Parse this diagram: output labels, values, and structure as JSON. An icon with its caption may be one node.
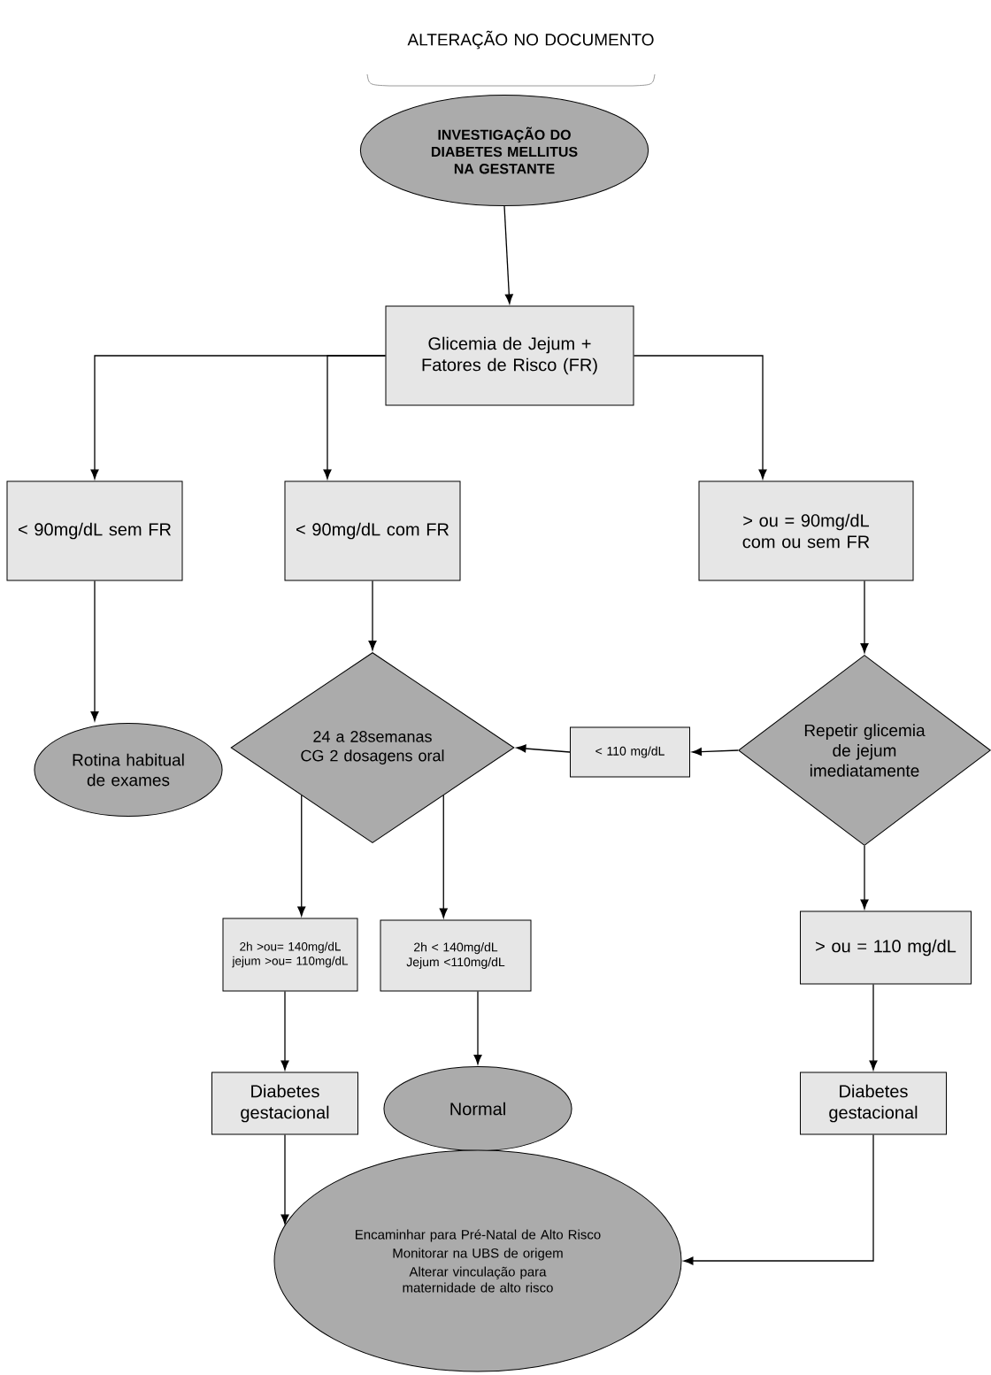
{
  "diagram": {
    "title": "ALTERAÇÃO NO DOCUMENTO",
    "nodes": [
      {
        "text": [
          "INVESTIGAÇÃO DO DIABETES MELLITUS NA GESTANTE"
        ]
      },
      {
        "text": [
          "Glicemia de Jejum + Fatores de Risco (FR)"
        ]
      },
      {
        "text": [
          "< 90mg/dL sem FR"
        ]
      },
      {
        "text": [
          "< 90mg/dL com FR"
        ]
      },
      {
        "text": [
          "> ou = 90mg/dL com ou sem FR"
        ]
      },
      {
        "text": [
          "Rotina habitual de exames"
        ]
      },
      {
        "text": [
          "24 a 28semanas CG 2 dosagens oral"
        ]
      },
      {
        "text": [
          "< 110 mg/dL"
        ]
      },
      {
        "text": [
          "Repetir glicemia de jejum imediatamente"
        ]
      },
      {
        "text": [
          "2h >ou= 140mg/dL jejum >ou= 110mg/dL"
        ]
      },
      {
        "text": [
          "2h < 140mg/dL Jejum <110mg/dL"
        ]
      },
      {
        "text": [
          "> ou = 110 mg/dL"
        ]
      },
      {
        "text": [
          "Diabetes gestacional"
        ]
      },
      {
        "text": [
          "Normal"
        ]
      },
      {
        "text": [
          "Diabetes gestacional"
        ]
      },
      {
        "text": [
          "Encaminhar para Pré-Natal de Alto Risco",
          "Monitorar na UBS de origem",
          "Alterar vinculação para maternidade de alto risco"
        ]
      }
    ],
    "edges": [
      {
        "from": 0,
        "to": 1,
        "arrow": "to"
      },
      {
        "from": 1,
        "to": 2,
        "arrow": "to"
      },
      {
        "from": 1,
        "to": 3,
        "arrow": "to"
      },
      {
        "from": 1,
        "to": 4,
        "arrow": "to"
      },
      {
        "from": 2,
        "to": 5,
        "arrow": "to"
      },
      {
        "from": 3,
        "to": 6,
        "arrow": "to"
      },
      {
        "from": 4,
        "to": 8,
        "arrow": "to"
      },
      {
        "from": 8,
        "to": 7,
        "arrow": "to"
      },
      {
        "from": 7,
        "to": 6,
        "arrow": "to"
      },
      {
        "from": 6,
        "to": 9,
        "arrow": "to"
      },
      {
        "from": 6,
        "to": 10,
        "arrow": "to"
      },
      {
        "from": 8,
        "to": 11,
        "arrow": "to"
      },
      {
        "from": 9,
        "to": 12,
        "arrow": "to"
      },
      {
        "from": 10,
        "to": 13,
        "arrow": "to"
      },
      {
        "from": 11,
        "to": 14,
        "arrow": "to"
      },
      {
        "from": 12,
        "to": 15,
        "arrow": "to"
      },
      {
        "from": 14,
        "to": 15,
        "arrow": "to"
      }
    ]
  }
}
